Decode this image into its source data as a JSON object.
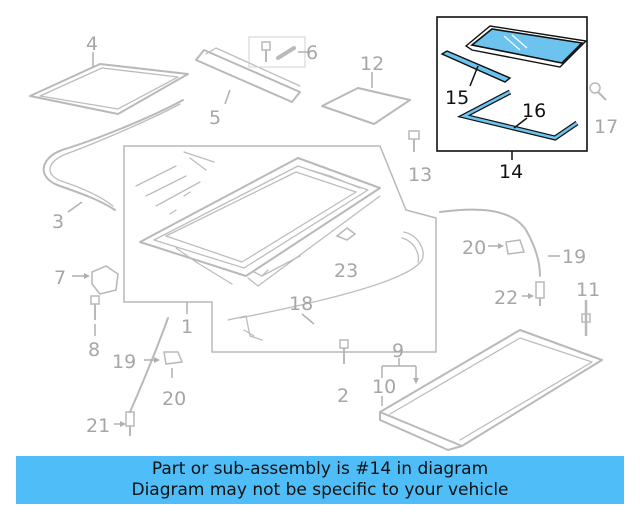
{
  "diagram": {
    "callouts": [
      "1",
      "2",
      "3",
      "4",
      "5",
      "6",
      "7",
      "8",
      "9",
      "10",
      "11",
      "12",
      "13",
      "14",
      "15",
      "16",
      "17",
      "18",
      "19",
      "19",
      "20",
      "20",
      "21",
      "22",
      "23"
    ]
  },
  "highlight_color": "#5ab8ea",
  "banner": {
    "line1": "Part or sub-assembly is #14 in diagram",
    "line2": "Diagram may not be specific to your vehicle",
    "color": "#4fbdf7"
  }
}
